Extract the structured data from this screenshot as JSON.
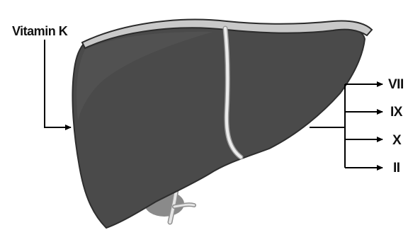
{
  "labels": {
    "vitamin_k": "Vitamin K",
    "factors": [
      "VII",
      "IX",
      "X",
      "II"
    ]
  },
  "colors": {
    "liver": "#4a4a4a",
    "liver_edge": "#2e2e2e",
    "capsule": "#c9c9c9",
    "ligament": "#e8e8e8",
    "gallbladder": "#8a8a8a",
    "arrow": "#000000",
    "text": "#111111"
  }
}
